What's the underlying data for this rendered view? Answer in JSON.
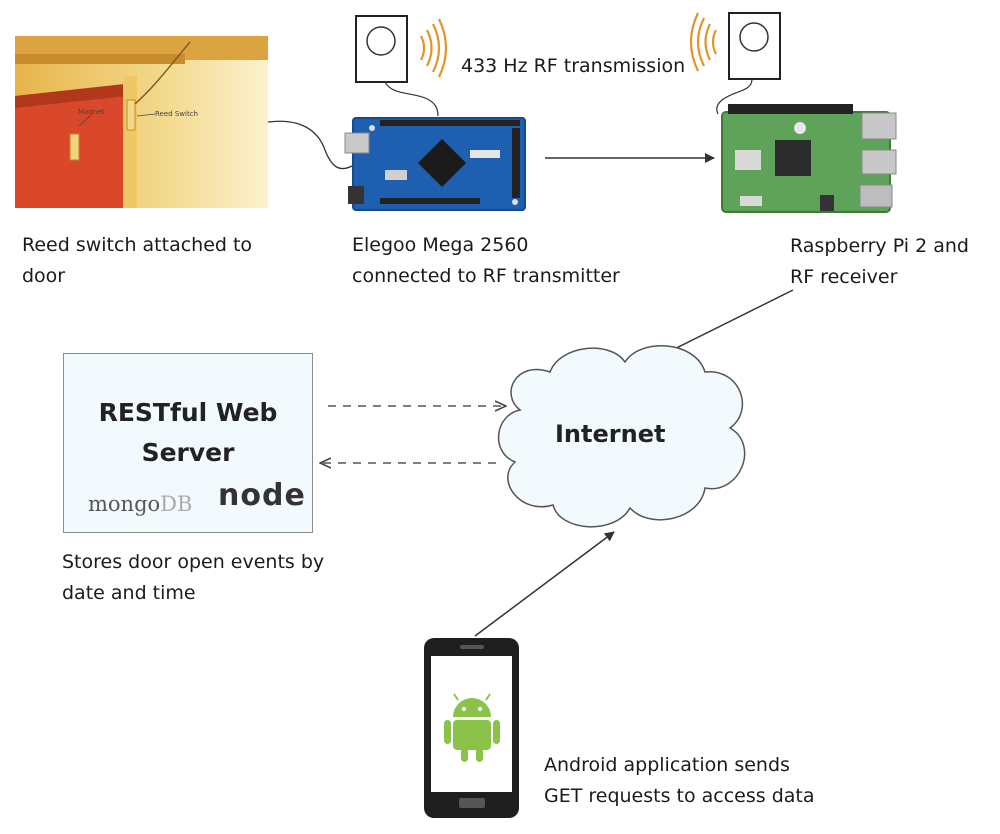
{
  "labels": {
    "reed_line1": "Reed switch attached to",
    "reed_line2": "door",
    "elegoo_line1": "Elegoo Mega 2560",
    "elegoo_line2": "connected to RF transmitter",
    "rpi_line1": "Raspberry Pi 2 and",
    "rpi_line2": "RF receiver",
    "rf_transmission": "433 Hz RF transmission",
    "server_line1": "RESTful Web",
    "server_line2": "Server",
    "stores_line1": "Stores door open events by",
    "stores_line2": "date and time",
    "internet": "Internet",
    "android_line1": "Android application sends",
    "android_line2": "GET requests to access data"
  },
  "logos": {
    "mongo_main": "mongo",
    "mongo_db": "DB",
    "node": "node"
  },
  "photo_text": {
    "magnet": "Magnet",
    "reed_switch": "Reed Switch"
  },
  "colors": {
    "arduino_blue": "#1f5fb0",
    "rpi_green": "#5fa35a",
    "wave_orange": "#e2942a",
    "android_green": "#8bc34a",
    "mongo_leaf": "#4caf50",
    "cloud_fill": "#f2fafd"
  }
}
